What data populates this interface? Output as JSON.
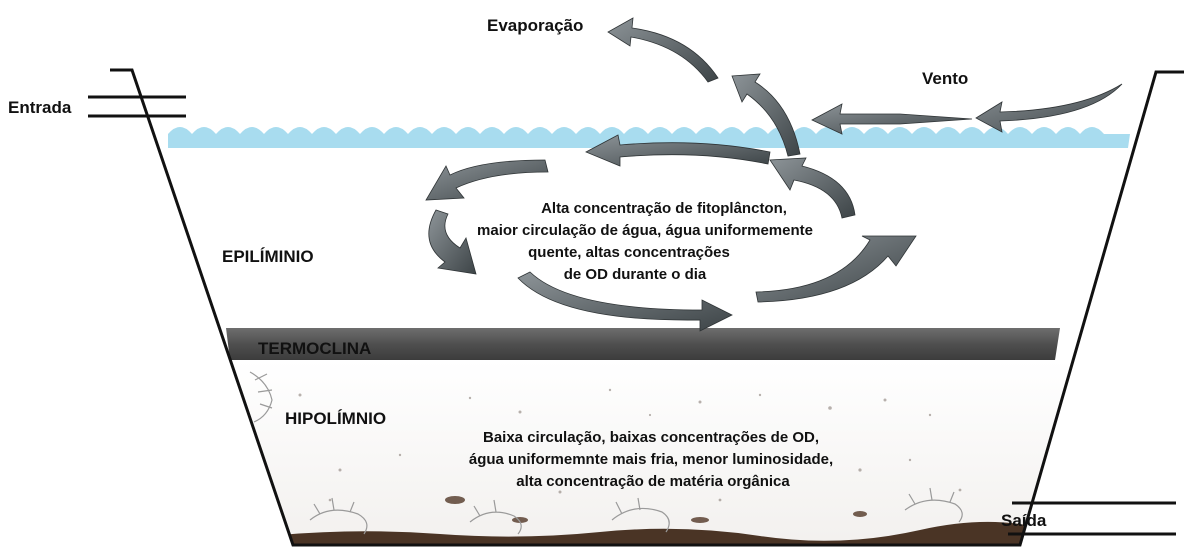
{
  "labels": {
    "evaporation": "Evaporação",
    "wind": "Vento",
    "inlet": "Entrada",
    "outlet": "Saída",
    "epilimnion": "EPILÍMINIO",
    "thermocline": "TERMOCLINA",
    "hypolimnion": "HIPOLÍMNIO"
  },
  "epilimnion_text": [
    "Alta  concentração de fitoplâncton,",
    "maior circulação de água, água uniformemente",
    "quente, altas concentrações",
    "de OD durante o dia"
  ],
  "hypolimnion_text": [
    "Baixa circulação, baixas concentrações de OD,",
    "água uniformemnte mais fria, menor  luminosidade,",
    "alta concentração de matéria orgânica"
  ],
  "colors": {
    "water_surface": "#a8dcef",
    "thermocline": "#555555",
    "sediment": "#4a3425",
    "arrow": "#4f5659"
  }
}
